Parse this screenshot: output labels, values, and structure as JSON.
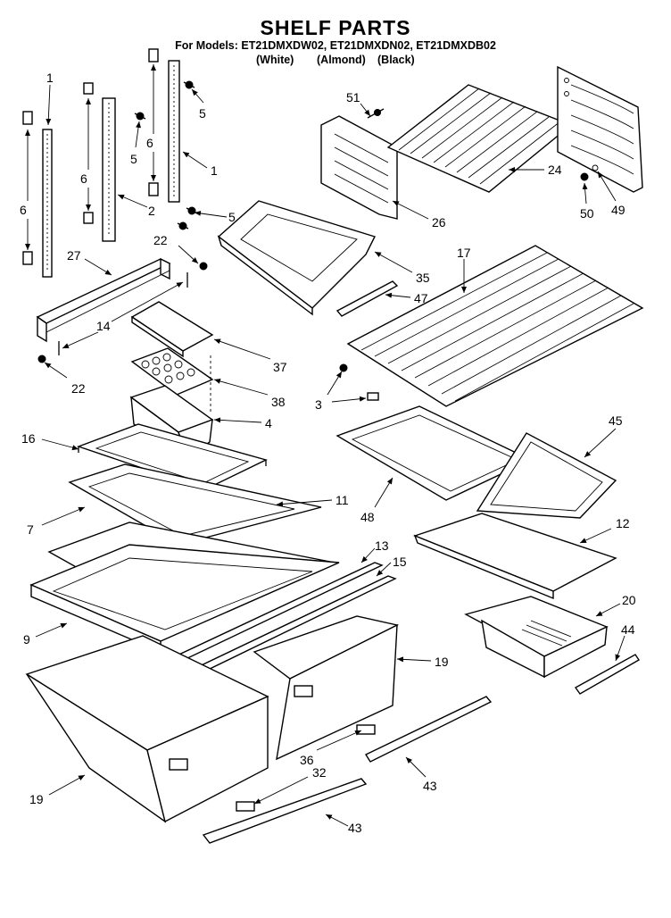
{
  "header": {
    "title": "SHELF PARTS",
    "models_line": "For Models: ET21DMXDW02, ET21DMXDN02, ET21DMXDB02",
    "colors": [
      "(White)",
      "(Almond)",
      "(Black)"
    ]
  },
  "callouts": {
    "c1a": "1",
    "c1b": "1",
    "c2": "2",
    "c3": "3",
    "c4": "4",
    "c5a": "5",
    "c5b": "5",
    "c5c": "5",
    "c6a": "6",
    "c6b": "6",
    "c6c": "6",
    "c7": "7",
    "c9": "9",
    "c11": "11",
    "c12": "12",
    "c13": "13",
    "c14": "14",
    "c15": "15",
    "c16": "16",
    "c17": "17",
    "c19a": "19",
    "c19b": "19",
    "c20": "20",
    "c22a": "22",
    "c22b": "22",
    "c24": "24",
    "c26": "26",
    "c27": "27",
    "c32": "32",
    "c35": "35",
    "c36": "36",
    "c37": "37",
    "c38": "38",
    "c43a": "43",
    "c43b": "43",
    "c44": "44",
    "c45": "45",
    "c47": "47",
    "c48": "48",
    "c49": "49",
    "c50": "50",
    "c51": "51"
  }
}
